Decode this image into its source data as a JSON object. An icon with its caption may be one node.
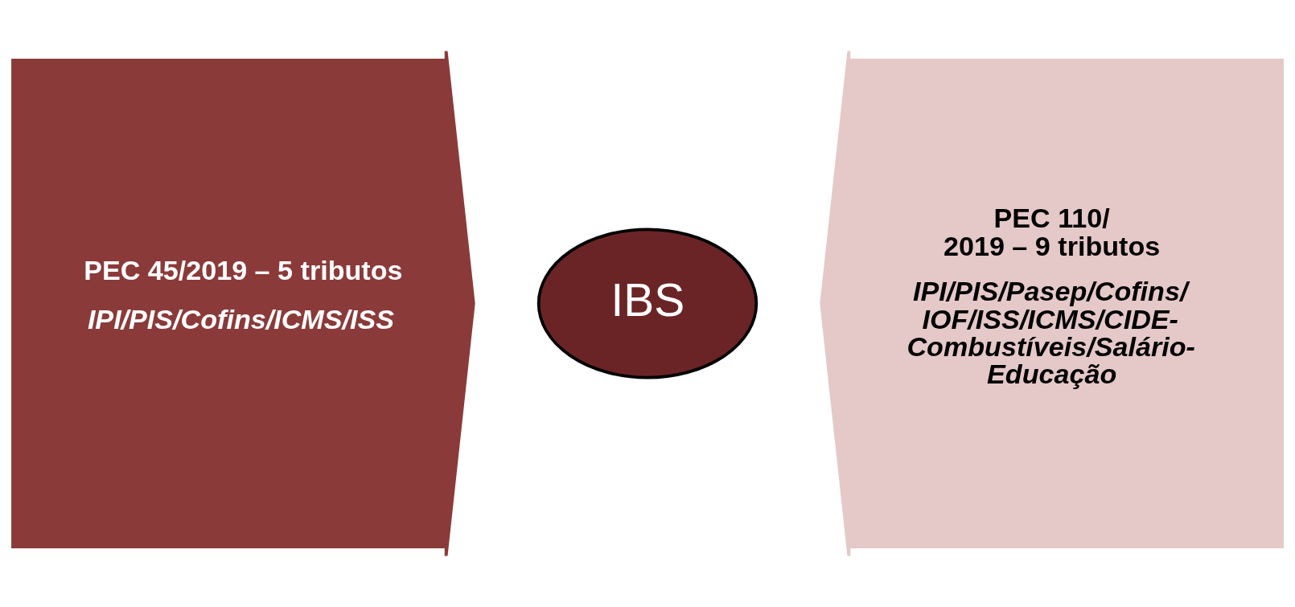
{
  "diagram": {
    "nodes": [
      {
        "text": [
          "PEC 45/2019 – 5 tributos",
          "IPI/PIS/Cofins/ICMS/ISS"
        ]
      },
      {
        "text": [
          "IBS"
        ]
      },
      {
        "text": [
          "PEC 110/2019 – 9 tributos",
          "IPI/PIS/Pasep/Cofins/IOF/ISS/ICMS/CIDE-Combustíveis/Salário-Educação"
        ]
      }
    ]
  }
}
